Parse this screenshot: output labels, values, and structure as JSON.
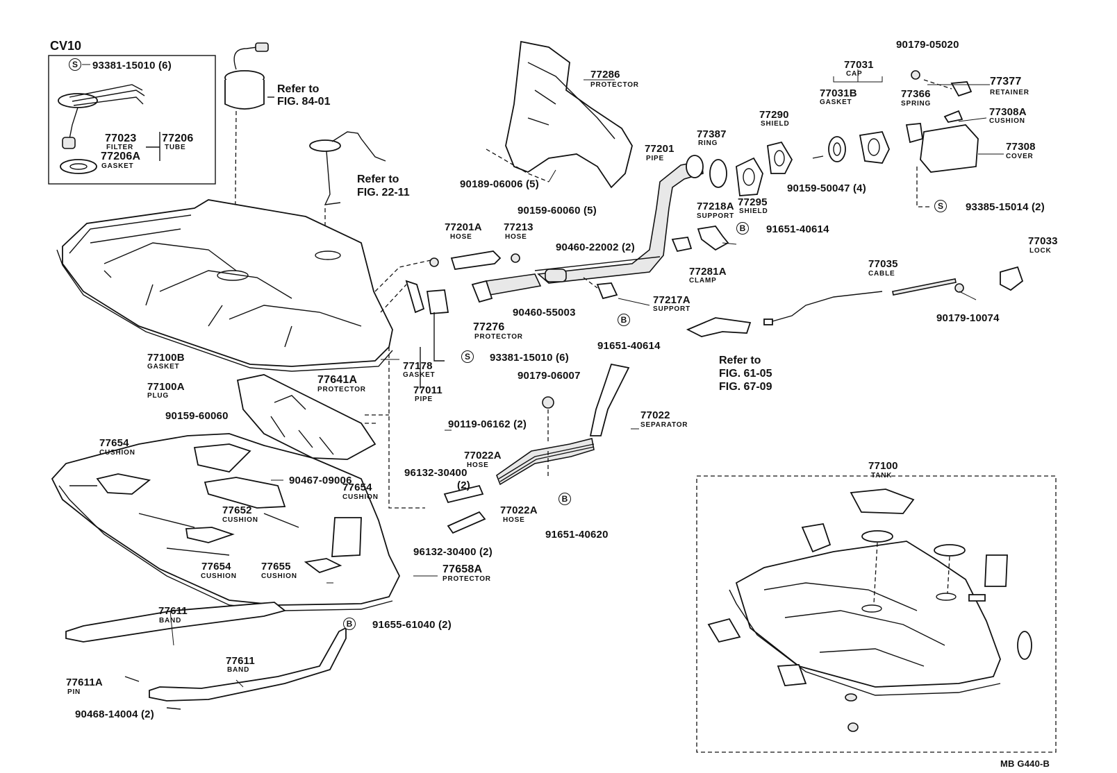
{
  "diagram": {
    "variant_label": "CV10",
    "figure_code": "MB  G440-B",
    "refer_to": {
      "ref1": {
        "line1": "Refer to",
        "line2": "FIG. 84-01"
      },
      "ref2": {
        "line1": "Refer to",
        "line2": "FIG. 22-11"
      },
      "ref3": {
        "line1": "Refer to",
        "line2": "FIG. 61-05",
        "line3": "FIG. 67-09"
      }
    },
    "markers": {
      "s": "S",
      "b": "B"
    },
    "parts": {
      "p93381_15010_6a": "93381-15010 (6)",
      "p77023": "77023",
      "p77023_d": "FILTER",
      "p77206": "77206",
      "p77206_d": "TUBE",
      "p77206A": "77206A",
      "p77206A_d": "GASKET",
      "p77286": "77286",
      "p77286_d": "PROTECTOR",
      "p90189_06006": "90189-06006 (5)",
      "p90159_60060_5": "90159-60060 (5)",
      "p77201": "77201",
      "p77201_d": "PIPE",
      "p77387": "77387",
      "p77387_d": "RING",
      "p77290": "77290",
      "p77290_d": "SHIELD",
      "p77295": "77295",
      "p77295_d": "SHIELD",
      "p77031": "77031",
      "p77031_d": "CAP",
      "p77031B": "77031B",
      "p77031B_d": "GASKET",
      "p90159_50047": "90159-50047 (4)",
      "p90179_05020": "90179-05020",
      "p77377": "77377",
      "p77377_d": "RETAINER",
      "p77366": "77366",
      "p77366_d": "SPRING",
      "p77308A": "77308A",
      "p77308A_d": "CUSHION",
      "p77308": "77308",
      "p77308_d": "COVER",
      "p93385_15014": "93385-15014 (2)",
      "p77218A": "77218A",
      "p77218A_d": "SUPPORT",
      "p91651_40614a": "91651-40614",
      "p77281A": "77281A",
      "p77281A_d": "CLAMP",
      "p77217A": "77217A",
      "p77217A_d": "SUPPORT",
      "p91651_40614b": "91651-40614",
      "p77201A": "77201A",
      "p77201A_d": "HOSE",
      "p77213": "77213",
      "p77213_d": "HOSE",
      "p90460_22002": "90460-22002 (2)",
      "p90460_55003": "90460-55003",
      "p77276": "77276",
      "p77276_d": "PROTECTOR",
      "p93381_15010_6b": "93381-15010 (6)",
      "p77178": "77178",
      "p77178_d": "GASKET",
      "p77011": "77011",
      "p77011_d": "PIPE",
      "p77035": "77035",
      "p77035_d": "CABLE",
      "p77033": "77033",
      "p77033_d": "LOCK",
      "p90179_10074": "90179-10074",
      "p77100B": "77100B",
      "p77100B_d": "GASKET",
      "p77100A": "77100A",
      "p77100A_d": "PLUG",
      "p77641A": "77641A",
      "p77641A_d": "PROTECTOR",
      "p90159_60060": "90159-60060",
      "p90119_06162": "90119-06162 (2)",
      "p90179_06007": "90179-06007",
      "p77022": "77022",
      "p77022_d": "SEPARATOR",
      "p77654a": "77654",
      "p77654a_d": "CUSHION",
      "p90467_09006": "90467-09006",
      "p77654b": "77654",
      "p77654b_d": "CUSHION",
      "p77652": "77652",
      "p77652_d": "CUSHION",
      "p96132_30400_2a": "96132-30400",
      "p96132_30400_2a_q": "(2)",
      "p77022A_a": "77022A",
      "p77022A_a_d": "HOSE",
      "p77022A_b": "77022A",
      "p77022A_b_d": "HOSE",
      "p91651_40620": "91651-40620",
      "p96132_30400_2b": "96132-30400 (2)",
      "p77654c": "77654",
      "p77654c_d": "CUSHION",
      "p77655": "77655",
      "p77655_d": "CUSHION",
      "p77658A": "77658A",
      "p77658A_d": "PROTECTOR",
      "p77611a": "77611",
      "p77611a_d": "BAND",
      "p91655_61040": "91655-61040 (2)",
      "p77611b": "77611",
      "p77611b_d": "BAND",
      "p77611A": "77611A",
      "p77611A_d": "PIN",
      "p90468_14004": "90468-14004 (2)",
      "p77100": "77100",
      "p77100_d": "TANK"
    }
  }
}
